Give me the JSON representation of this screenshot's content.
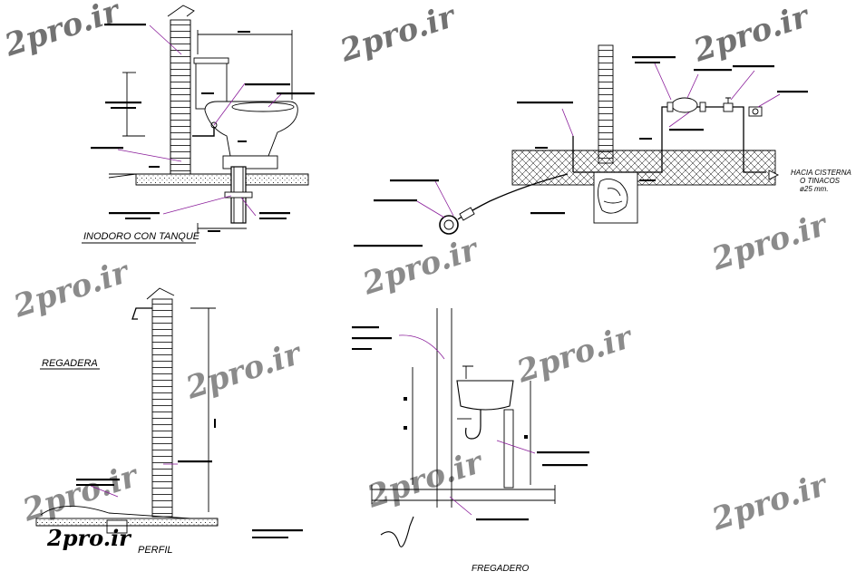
{
  "titles": {
    "inodoro": "INODORO CON TANQUE",
    "regadera": "REGADERA",
    "perfil": "PERFIL",
    "fregadero": "FREGADERO"
  },
  "annotations": {
    "hacia_cisterna": "HACIA CISTERNA",
    "o_tinacos": "O TINACOS",
    "diametro": "ø25 mm."
  },
  "watermark": {
    "text": "2pro.ir",
    "color": "#e3bfbf",
    "logo_color": "#c81818"
  },
  "colors": {
    "line": "#000000",
    "leader": "#8a1d9a"
  }
}
